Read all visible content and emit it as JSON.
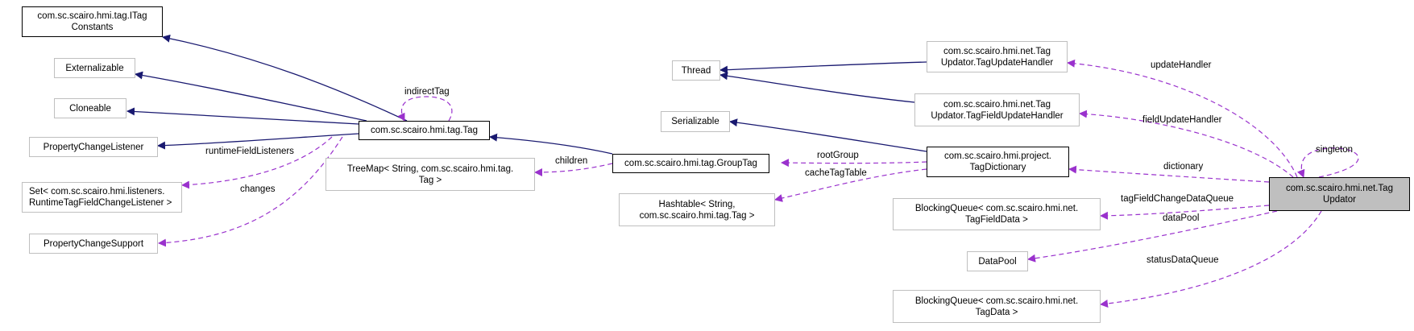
{
  "nodes": {
    "itag_constants": [
      "com.sc.scairo.hmi.tag.ITag",
      "Constants"
    ],
    "externalizable": [
      "Externalizable"
    ],
    "cloneable": [
      "Cloneable"
    ],
    "property_change_listener": [
      "PropertyChangeListener"
    ],
    "runtime_listener_set": [
      "Set< com.sc.scairo.hmi.listeners.",
      "RuntimeTagFieldChangeListener >"
    ],
    "property_change_support": [
      "PropertyChangeSupport"
    ],
    "tag": [
      "com.sc.scairo.hmi.tag.Tag"
    ],
    "treemap": [
      "TreeMap< String, com.sc.scairo.hmi.tag.",
      "Tag >"
    ],
    "group_tag": [
      "com.sc.scairo.hmi.tag.GroupTag"
    ],
    "hashtable": [
      "Hashtable< String,",
      "com.sc.scairo.hmi.tag.Tag >"
    ],
    "thread": [
      "Thread"
    ],
    "serializable": [
      "Serializable"
    ],
    "tag_update_handler": [
      "com.sc.scairo.hmi.net.Tag",
      "Updator.TagUpdateHandler"
    ],
    "tag_field_update_handler": [
      "com.sc.scairo.hmi.net.Tag",
      "Updator.TagFieldUpdateHandler"
    ],
    "tag_dictionary": [
      "com.sc.scairo.hmi.project.",
      "TagDictionary"
    ],
    "blocking_queue_field": [
      "BlockingQueue< com.sc.scairo.hmi.net.",
      "TagFieldData >"
    ],
    "data_pool": [
      "DataPool"
    ],
    "blocking_queue_status": [
      "BlockingQueue< com.sc.scairo.hmi.net.",
      "TagData >"
    ],
    "tag_updator": [
      "com.sc.scairo.hmi.net.Tag",
      "Updator"
    ]
  },
  "edge_labels": {
    "indirect_tag": "indirectTag",
    "runtime_field_listeners": "runtimeFieldListeners",
    "changes": "changes",
    "children": "children",
    "root_group": "rootGroup",
    "cache_tag_table": "cacheTagTable",
    "update_handler": "updateHandler",
    "field_update_handler": "fieldUpdateHandler",
    "singleton": "singleton",
    "dictionary": "dictionary",
    "tag_field_change_data_queue": "tagFieldChangeDataQueue",
    "data_pool": "dataPool",
    "status_data_queue": "statusDataQueue"
  },
  "colors": {
    "inheritance": "#191970",
    "usage": "#9a32cd",
    "focus_fill": "#bfbfbf",
    "border_documented": "#000000",
    "border_external": "#bfbfbf"
  }
}
